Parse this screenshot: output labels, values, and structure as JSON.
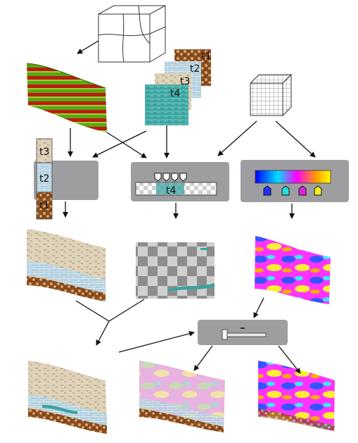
{
  "layers": {
    "top": [
      "t1",
      "t2",
      "t3",
      "t4"
    ],
    "column": [
      "t3",
      "t2",
      "t1"
    ],
    "active_texture": "t4"
  },
  "colors": {
    "panel": "#9e9ea0",
    "arrow": "#111111",
    "rainbow": [
      "#0000ff",
      "#00ffff",
      "#ff00ff",
      "#ffff00"
    ],
    "bucket_colors": [
      "#2233ff",
      "#22dddd",
      "#dd22dd",
      "#eeee22"
    ],
    "t1": "#8a4b1e",
    "t2": "#a9c7d8",
    "t3": "#d8cbb0",
    "t4": "#3a9e9c"
  },
  "icons": [
    "fault-block-icon",
    "grid-cube-icon",
    "checkerboard-icon",
    "paint-bucket-icon"
  ]
}
